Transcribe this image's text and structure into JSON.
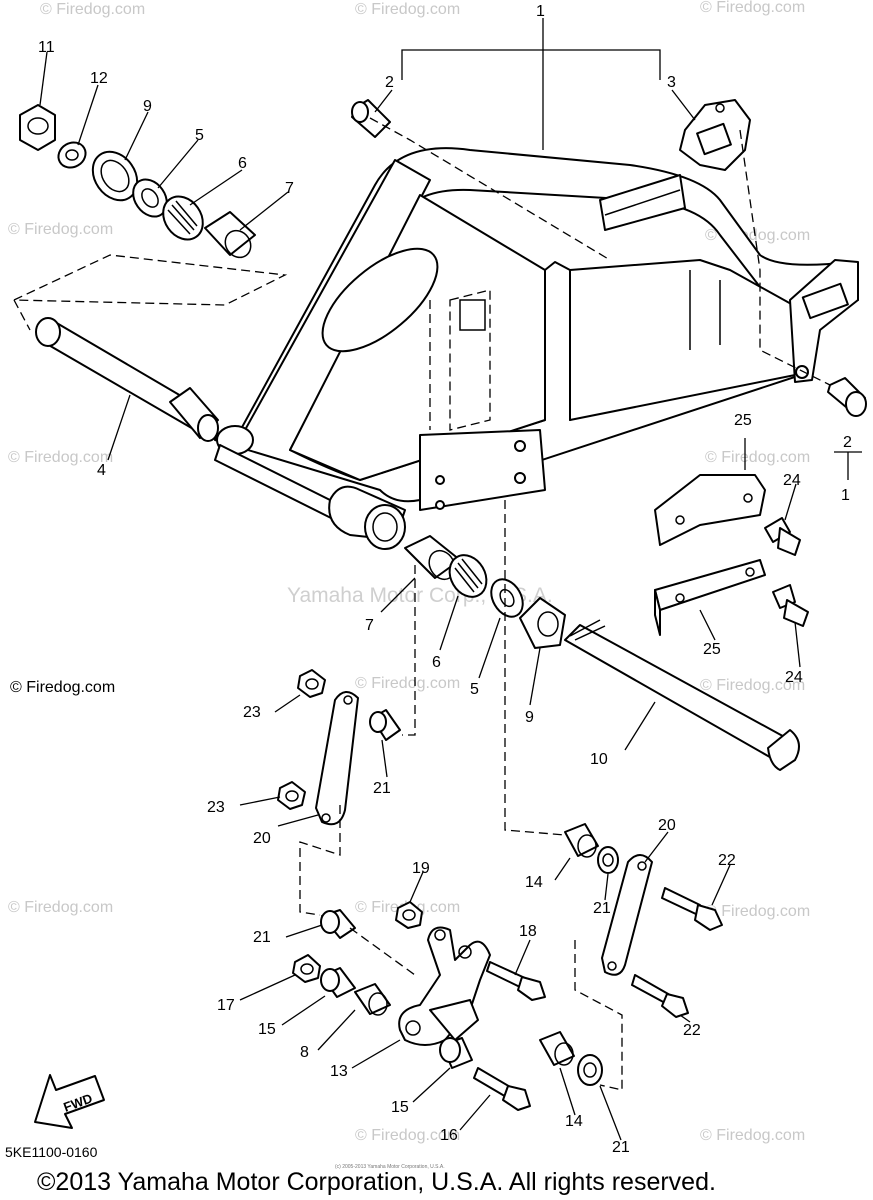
{
  "watermarks": {
    "site": "© Firedog.com",
    "yamaha": "Yamaha Motor Corp., U.S.A."
  },
  "fwd_label": "FWD",
  "diagram_code": "5KE1100-0160",
  "copyright": "©2013 Yamaha Motor Corporation, U.S.A. All rights reserved.",
  "copyright_tiny": "(c) 2005-2013 Yamaha Motor Corporation, U.S.A.",
  "callouts": {
    "c1_top": "1",
    "c1_right": "1",
    "c2_top": "2",
    "c2_right": "2",
    "c3": "3",
    "c4": "4",
    "c5_top": "5",
    "c5_mid": "5",
    "c6_top": "6",
    "c6_mid": "6",
    "c7_top": "7",
    "c7_mid": "7",
    "c8": "8",
    "c9_top": "9",
    "c9_mid": "9",
    "c10": "10",
    "c11": "11",
    "c12": "12",
    "c13": "13",
    "c14_a": "14",
    "c14_b": "14",
    "c15_a": "15",
    "c15_b": "15",
    "c16": "16",
    "c17": "17",
    "c18": "18",
    "c19": "19",
    "c20_a": "20",
    "c20_b": "20",
    "c21_a": "21",
    "c21_b": "21",
    "c21_c": "21",
    "c21_d": "21",
    "c22_a": "22",
    "c22_b": "22",
    "c23_a": "23",
    "c23_b": "23",
    "c24_a": "24",
    "c24_b": "24",
    "c25_a": "25",
    "c25_b": "25"
  }
}
